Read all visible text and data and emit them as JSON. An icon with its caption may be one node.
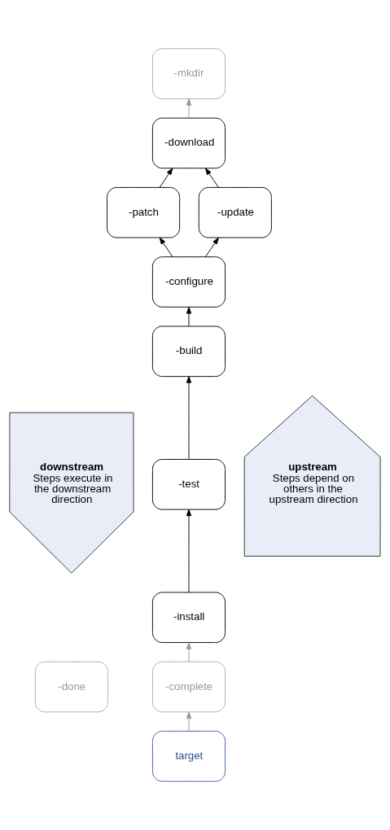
{
  "diagram": {
    "nodes": [
      {
        "text": [
          "-mkdir"
        ]
      },
      {
        "text": [
          "-download"
        ]
      },
      {
        "text": [
          "-patch"
        ]
      },
      {
        "text": [
          "-update"
        ]
      },
      {
        "text": [
          "-configure"
        ]
      },
      {
        "text": [
          "downstream",
          "Steps execute in the downstream direction"
        ]
      },
      {
        "text": [
          "-build"
        ]
      },
      {
        "text": [
          "upstream",
          "Steps depend on others in the upstream direction"
        ]
      },
      {
        "text": [
          "-test"
        ]
      },
      {
        "text": [
          "-install"
        ]
      },
      {
        "text": [
          "-done"
        ]
      },
      {
        "text": [
          "-complete"
        ]
      },
      {
        "text": [
          "target"
        ]
      }
    ],
    "edges": [
      {
        "from": 1,
        "to": 0,
        "arrow": "to",
        "color": "#999999"
      },
      {
        "from": 3,
        "to": 1,
        "arrow": "to"
      },
      {
        "from": 4,
        "to": 3,
        "arrow": "to"
      },
      {
        "from": 4,
        "to": 2,
        "arrow": "to"
      },
      {
        "from": 2,
        "to": 1,
        "arrow": "to"
      },
      {
        "from": 6,
        "to": 4,
        "arrow": "to"
      },
      {
        "from": 8,
        "to": 6,
        "arrow": "to"
      },
      {
        "from": 9,
        "to": 8,
        "arrow": "to"
      },
      {
        "from": 11,
        "to": 9,
        "arrow": "to",
        "color": "#999999"
      },
      {
        "from": 12,
        "to": 11,
        "arrow": "to",
        "color": "#999999"
      }
    ]
  }
}
